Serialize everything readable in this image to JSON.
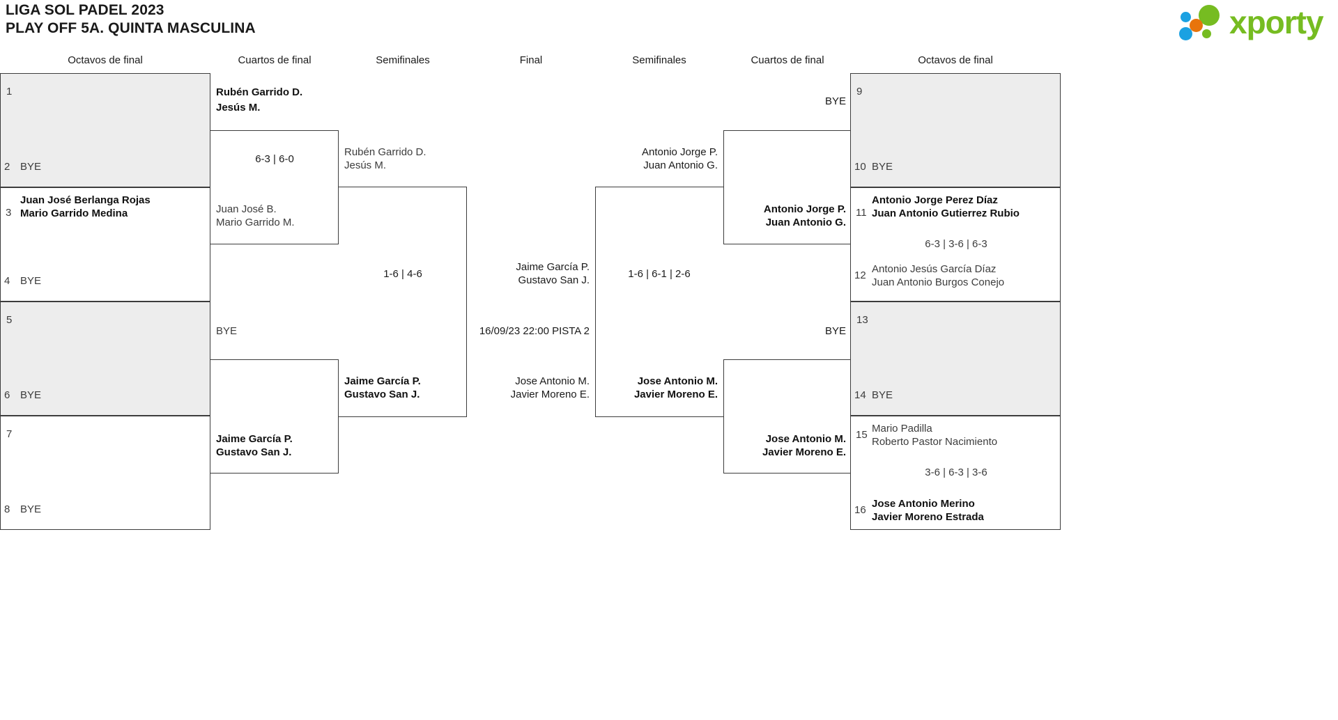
{
  "header": {
    "title_line1": "LIGA SOL PADEL 2023",
    "title_line2": "PLAY OFF 5A. QUINTA MASCULINA",
    "logo": {
      "wordmark": "xporty",
      "dot_colors": [
        "#1ba1e2",
        "#76bc21",
        "#e8740c",
        "#1ba1e2",
        "#76bc21"
      ],
      "brand_green": "#76bc21",
      "brand_blue": "#1ba1e2",
      "brand_orange": "#e8740c"
    }
  },
  "rounds": {
    "left": [
      {
        "label": "Octavos de final"
      },
      {
        "label": "Cuartos de final"
      },
      {
        "label": "Semifinales"
      }
    ],
    "center": {
      "label": "Final"
    },
    "right": [
      {
        "label": "Semifinales"
      },
      {
        "label": "Cuartos de final"
      },
      {
        "label": "Octavos de final"
      }
    ]
  },
  "left_bracket": {
    "octavos": [
      {
        "seed": "1",
        "line1": "",
        "line2": "",
        "shaded": true,
        "bold": true
      },
      {
        "seed": "2",
        "line1": "BYE",
        "line2": "",
        "shaded": true,
        "bold": false
      },
      {
        "seed": "3",
        "line1": "Juan José Berlanga Rojas",
        "line2": "Mario Garrido Medina",
        "shaded": false,
        "bold": true
      },
      {
        "seed": "4",
        "line1": "BYE",
        "line2": "",
        "shaded": false,
        "bold": false
      },
      {
        "seed": "5",
        "line1": "",
        "line2": "",
        "shaded": true,
        "bold": true
      },
      {
        "seed": "6",
        "line1": "BYE",
        "line2": "",
        "shaded": true,
        "bold": false
      },
      {
        "seed": "7",
        "line1": "",
        "line2": "",
        "shaded": false,
        "bold": true
      },
      {
        "seed": "8",
        "line1": "BYE",
        "line2": "",
        "shaded": false,
        "bold": false
      }
    ],
    "cuartos": [
      {
        "line1": "Rubén Garrido D.",
        "line2": "Jesús M.",
        "bold": true,
        "score": "6-3 | 6-0"
      },
      {
        "line1": "Juan José B.",
        "line2": "Mario Garrido M.",
        "bold": false,
        "score": ""
      },
      {
        "line1": "BYE",
        "line2": "",
        "bold": false,
        "score": ""
      },
      {
        "line1": "Jaime García P.",
        "line2": "Gustavo San J.",
        "bold": true,
        "score": ""
      }
    ],
    "semifinal": {
      "top": {
        "line1": "Rubén Garrido D.",
        "line2": "Jesús M.",
        "bold": false
      },
      "bottom": {
        "line1": "Jaime García P.",
        "line2": "Gustavo San J.",
        "bold": true
      },
      "score": "1-6 | 4-6"
    }
  },
  "final": {
    "top": {
      "line1": "Jaime García P.",
      "line2": "Gustavo San J.",
      "bold": false
    },
    "bottom": {
      "line1": "Jose Antonio M.",
      "line2": "Javier Moreno E.",
      "bold": false
    },
    "schedule": "16/09/23 22:00 PISTA 2"
  },
  "right_bracket": {
    "octavos": [
      {
        "seed": "9",
        "line1": "",
        "line2": "",
        "shaded": true,
        "bold": true
      },
      {
        "seed": "10",
        "line1": "BYE",
        "line2": "",
        "shaded": true,
        "bold": false
      },
      {
        "seed": "11",
        "line1": "Antonio Jorge Perez Díaz",
        "line2": "Juan Antonio Gutierrez Rubio",
        "shaded": false,
        "bold": true
      },
      {
        "seed": "12",
        "line1": "Antonio Jesús García Díaz",
        "line2": "Juan Antonio Burgos Conejo",
        "shaded": false,
        "bold": false
      },
      {
        "seed": "13",
        "line1": "",
        "line2": "",
        "shaded": true,
        "bold": true
      },
      {
        "seed": "14",
        "line1": "BYE",
        "line2": "",
        "shaded": true,
        "bold": false
      },
      {
        "seed": "15",
        "line1": "Mario Padilla",
        "line2": "Roberto Pastor Nacimiento",
        "shaded": false,
        "bold": false
      },
      {
        "seed": "16",
        "line1": "Jose Antonio Merino",
        "line2": "Javier Moreno Estrada",
        "shaded": false,
        "bold": true
      }
    ],
    "octavos_scores": [
      {
        "score": "6-3 | 3-6 | 6-3"
      },
      {
        "score": "3-6 | 6-3 | 3-6"
      }
    ],
    "cuartos": [
      {
        "line1": "BYE",
        "line2": "",
        "bold": false
      },
      {
        "line1": "Antonio Jorge P.",
        "line2": "Juan Antonio G.",
        "bold": true
      },
      {
        "line1": "BYE",
        "line2": "",
        "bold": false
      },
      {
        "line1": "Jose Antonio M.",
        "line2": "Javier Moreno E.",
        "bold": true
      }
    ],
    "semifinal": {
      "top": {
        "line1": "Antonio Jorge P.",
        "line2": "Juan Antonio G.",
        "bold": false
      },
      "bottom": {
        "line1": "Jose Antonio M.",
        "line2": "Javier Moreno E.",
        "bold": true
      },
      "score": "1-6 | 6-1 | 2-6"
    }
  }
}
